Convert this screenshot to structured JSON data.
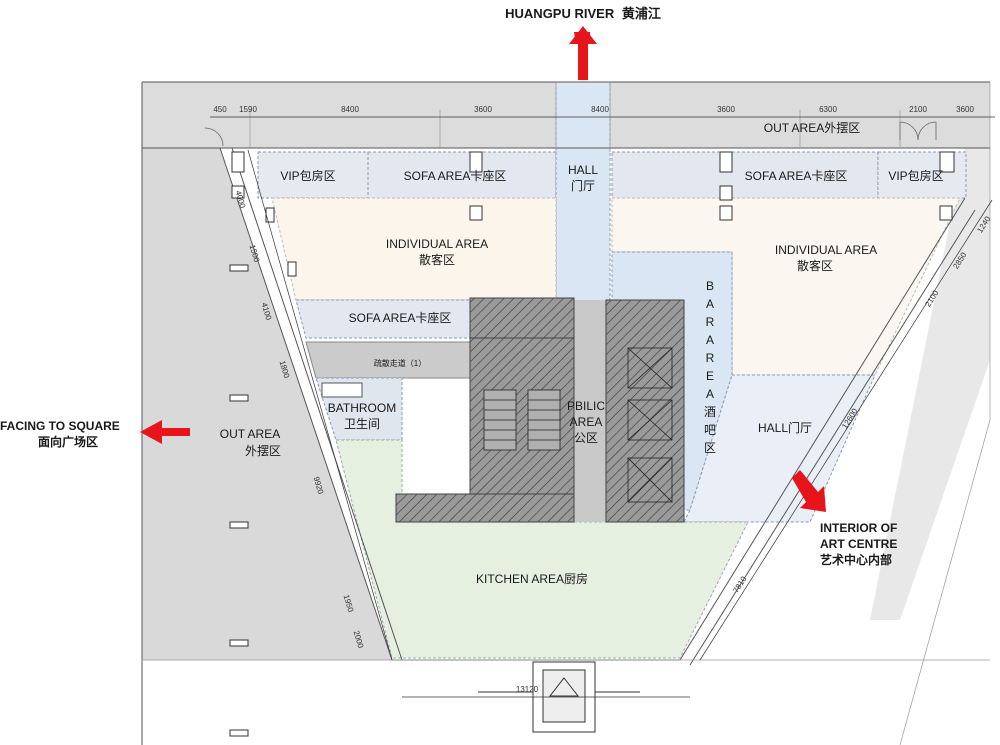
{
  "colors": {
    "red_arrow": "#e8141b",
    "out_area": "#d9d9d9",
    "individual_area": "#fbf6ee",
    "vip_sofa": "#e3e7ef",
    "hall_bar": "#dbe6f4",
    "kitchen": "#e6f0e0",
    "core": "#8a8a8a",
    "public": "#c9c9c9",
    "corridor": "#c8c8c8"
  },
  "directions": {
    "north_en": "HUANGPU RIVER",
    "north_cn": "黄浦江",
    "west_en": "FACING TO SQUARE",
    "west_cn": "面向广场区",
    "east_line1": "INTERIOR OF",
    "east_line2": "ART CENTRE",
    "east_cn": "艺术中心内部"
  },
  "labels": {
    "out_area_top": "OUT AREA外摆区",
    "vip_left": "VIP包房区",
    "sofa_top_left": "SOFA AREA卡座区",
    "hall_top_en": "HALL",
    "hall_top_cn": "门厅",
    "sofa_top_right": "SOFA AREA卡座区",
    "vip_right": "VIP包房区",
    "individual_left_en": "INDIVIDUAL AREA",
    "individual_left_cn": "散客区",
    "individual_right_en": "INDIVIDUAL AREA",
    "individual_right_cn": "散客区",
    "sofa_mid": "SOFA AREA卡座区",
    "corridor": "疏散走道（1）",
    "bathroom_en": "BATHROOM",
    "bathroom_cn": "卫生间",
    "out_area_left_en": "OUT AREA",
    "out_area_left_cn": "外摆区",
    "public_en_1": "PBILIC",
    "public_en_2": "AREA",
    "public_cn": "公区",
    "bar_chars": [
      "B",
      "A",
      "R",
      "A",
      "R",
      "E",
      "A",
      "酒",
      "吧",
      "区"
    ],
    "hall_right": "HALL门厅",
    "kitchen": "KITCHEN AREA厨房"
  },
  "dimensions": {
    "top": [
      "450",
      "1590",
      "8400",
      "3600",
      "8400",
      "3600",
      "6300",
      "2100",
      "3600"
    ],
    "left": [
      "4000",
      "1500",
      "4100",
      "1800",
      "9920",
      "1950",
      "2000"
    ],
    "right": [
      "1240",
      "2850",
      "2100",
      "12600",
      "7810"
    ],
    "bottom": "13120"
  }
}
